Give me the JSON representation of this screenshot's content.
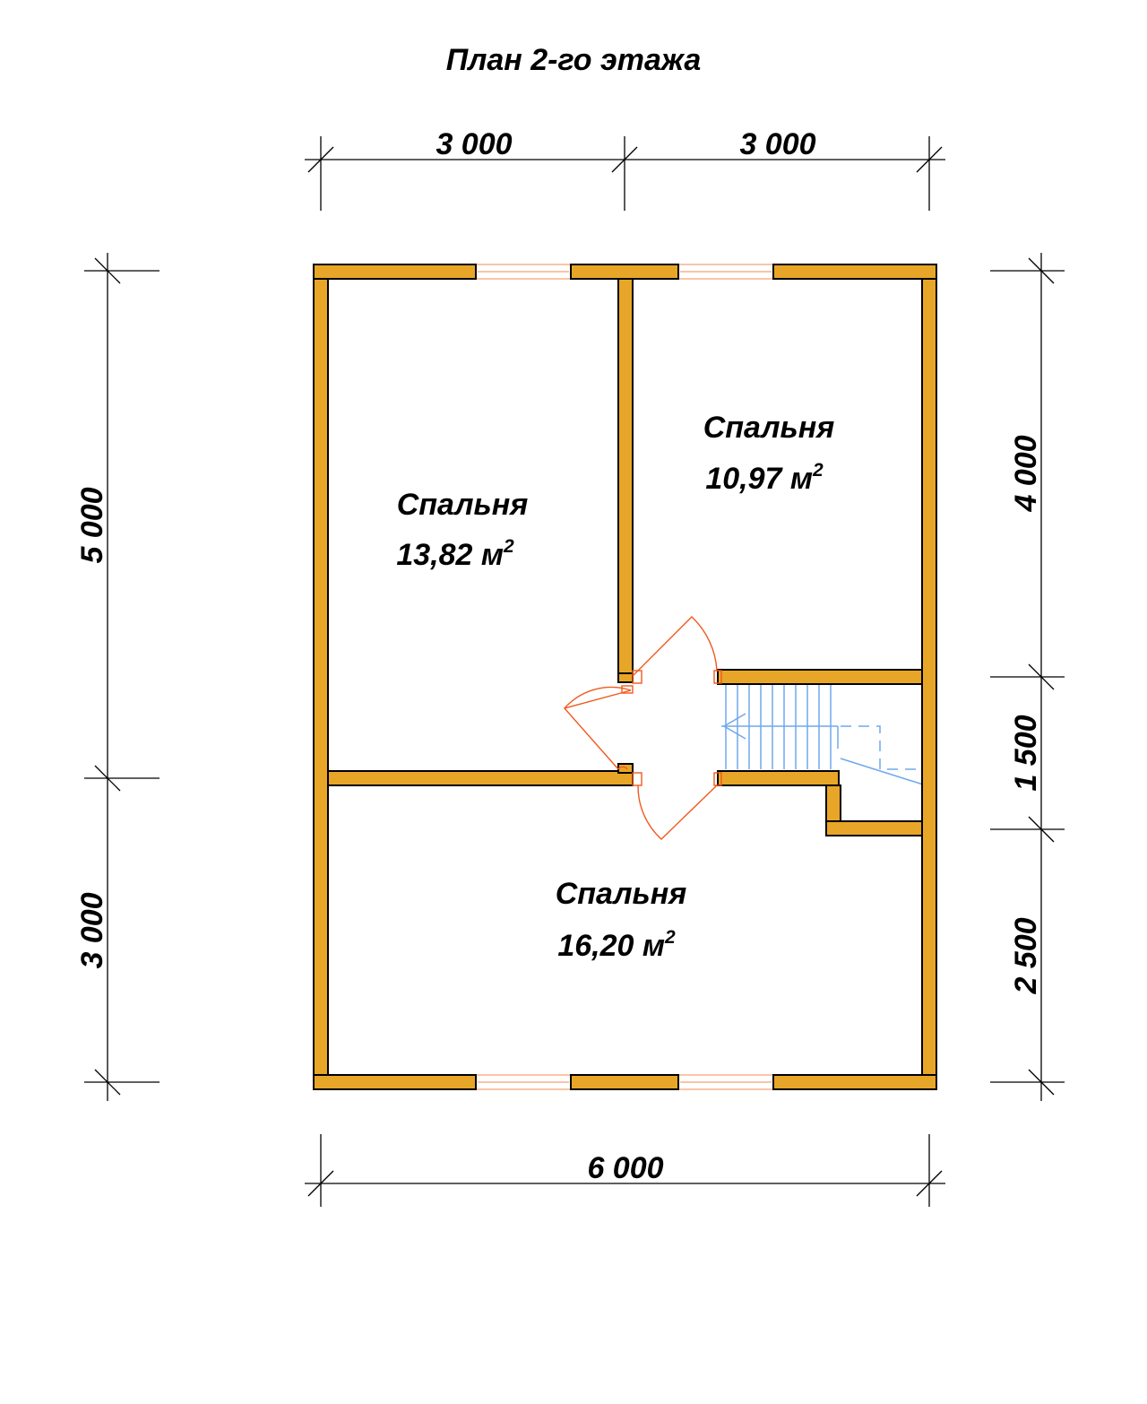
{
  "title": "План 2-го этажа",
  "dimensions": {
    "top_left": "3 000",
    "top_right": "3 000",
    "bottom_total": "6 000",
    "left_upper": "5 000",
    "left_lower": "3 000",
    "right_upper": "4 000",
    "right_middle": "1 500",
    "right_lower": "2 500"
  },
  "rooms": [
    {
      "name": "Спальня",
      "area": "13,82 м",
      "area_sup": "2"
    },
    {
      "name": "Спальня",
      "area": "10,97 м",
      "area_sup": "2"
    },
    {
      "name": "Спальня",
      "area": "16,20 м",
      "area_sup": "2"
    }
  ],
  "colors": {
    "wall_fill": "#E8A628",
    "window_frame": "#F3A170",
    "door_line": "#F05A1E",
    "stair_line": "#6FA8EC"
  }
}
